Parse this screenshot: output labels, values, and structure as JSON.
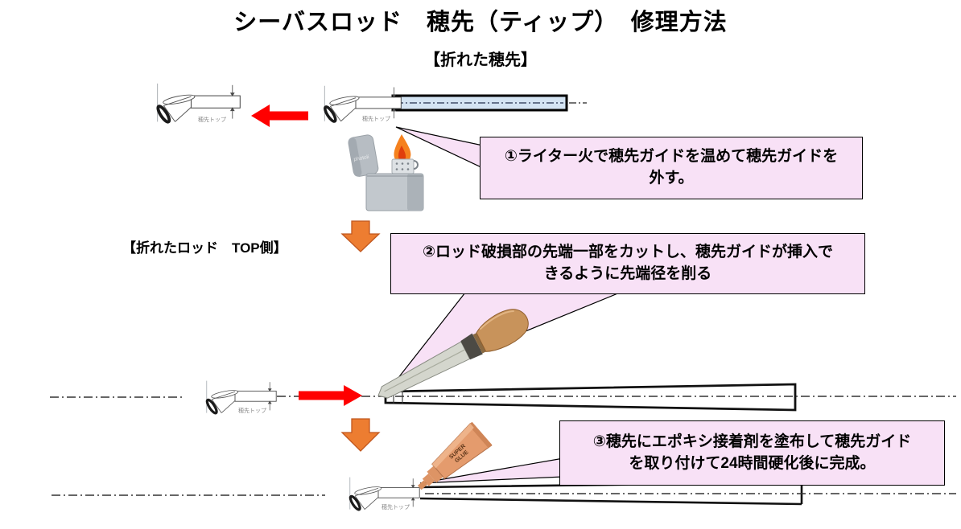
{
  "title": "シーバスロッド　穂先（ティップ）　修理方法",
  "subtitle": "【折れた穂先】",
  "rod_label": "【折れたロッド　TOP側】",
  "callouts": {
    "step1": {
      "lines": [
        "①ライター火で穂先ガイドを温めて穂先ガイドを",
        "外す。"
      ]
    },
    "step2": {
      "lines": [
        "②ロッド破損部の先端一部をカットし、穂先ガイドが挿入で",
        "きるように先端径を削る"
      ]
    },
    "step3": {
      "lines": [
        "③穂先にエポキシ接着剤を塗布して穂先ガイド",
        "を取り付けて24時間硬化後に完成。"
      ]
    }
  },
  "glue_tube": {
    "line1": "SUPER",
    "line2": "GLUE"
  },
  "tip_guide_caption": "穂先トップ",
  "lighter_watermark": "photoli",
  "colors": {
    "callout_fill": "#F8E1F6",
    "callout_border": "#000000",
    "orange_arrow": "#ED7D31",
    "orange_arrow_border": "#C0571F",
    "red_arrow": "#FF0000",
    "rod_fill_blue": "#D4E4F3",
    "flame_orange": "#F5811E"
  }
}
